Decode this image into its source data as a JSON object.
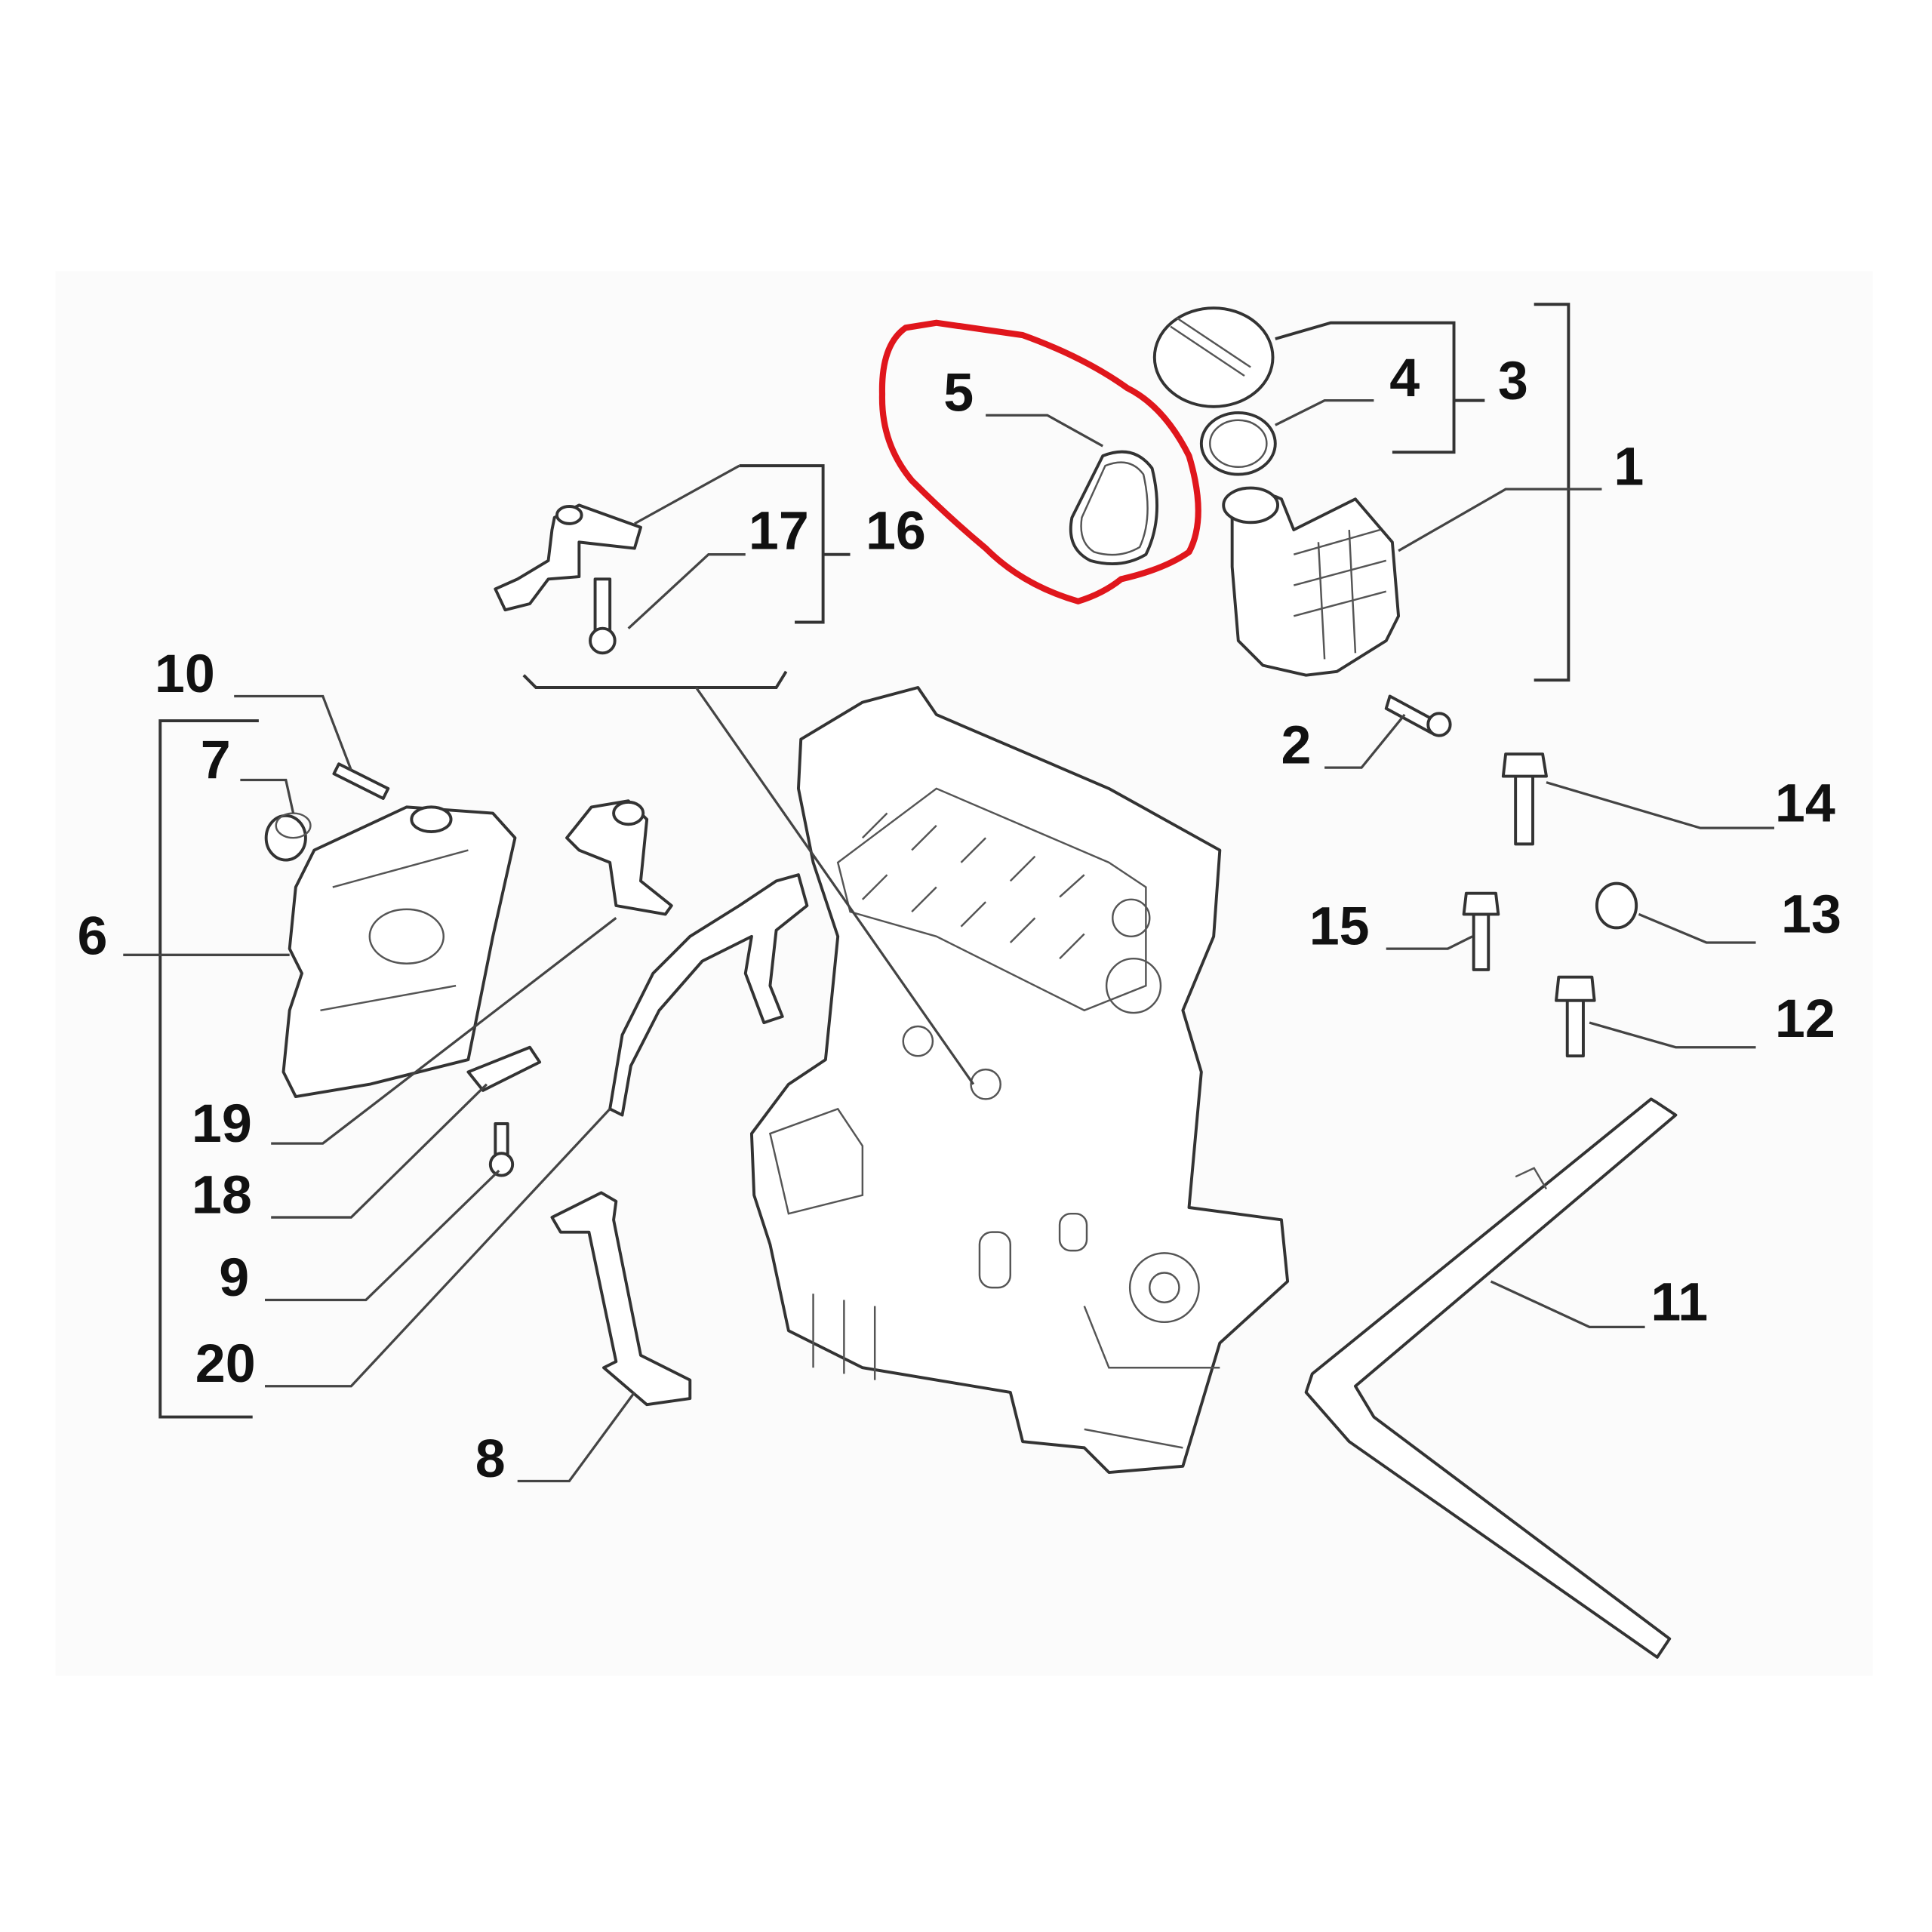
{
  "diagram": {
    "callouts": {
      "c1": "1",
      "c2": "2",
      "c3": "3",
      "c4": "4",
      "c5": "5",
      "c6": "6",
      "c7": "7",
      "c8": "8",
      "c9": "9",
      "c10": "10",
      "c11": "11",
      "c12": "12",
      "c13": "13",
      "c14": "14",
      "c15": "15",
      "c16": "16",
      "c17": "17",
      "c18": "18",
      "c19": "19",
      "c20": "20"
    },
    "highlight_color": "#e0161c",
    "highlighted_part": "5"
  }
}
